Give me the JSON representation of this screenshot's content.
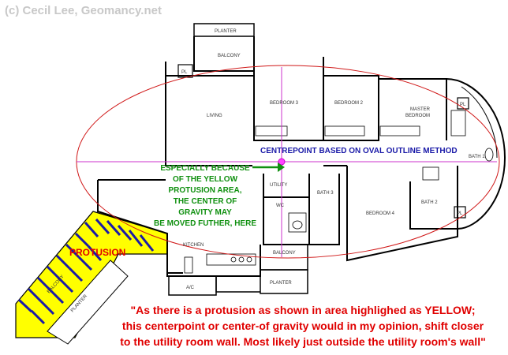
{
  "copyright": "(c) Cecil Lee, Geomancy.net",
  "rooms": {
    "planter_top": "PLANTER",
    "balcony_top": "BALCONY",
    "living": "LIVING",
    "bedroom3": "BEDROOM 3",
    "bedroom2": "BEDROOM 2",
    "master_bedroom_1": "MASTER",
    "master_bedroom_2": "BEDROOM",
    "bath1": "BATH 1",
    "utility": "UTILITY",
    "wc": "WC",
    "bath3": "BATH 3",
    "bedroom4": "BEDROOM 4",
    "bath2": "BATH 2",
    "kitchen": "KITCHEN",
    "balcony_bottom": "BALCONY",
    "ac": "A/C",
    "planter_bottom": "PLANTER",
    "balcony_protrusion": "BALCONY",
    "planter_protrusion": "PLANTER",
    "pl_1": "PL",
    "pl_2": "PL",
    "pl_3": "PL"
  },
  "annotations": {
    "centrepoint": "CENTREPOINT BASED ON OVAL OUTLINE METHOD",
    "note_lines": [
      "ESPECIALLY BECAUSE",
      "OF THE YELLOW",
      "PROTUSION AREA,",
      "THE CENTER OF",
      "GRAVITY MAY",
      "BE MOVED FUTHER, HERE"
    ],
    "protusion": "PROTUSION",
    "quote_lines": [
      "\"As there is a protusion as shown in area highlighed as YELLOW;",
      "this centerpoint or center-of gravity would in my opinion, shift closer",
      "to the utility room wall. Most likely just outside the utility room's wall\""
    ]
  },
  "colors": {
    "oval": "#d01818",
    "crosshair": "#cc33cc",
    "protrusion_fill": "#ffff00",
    "hatch": "#1a1aa8",
    "blue_text": "#1a1aa8",
    "green_text": "#109010",
    "red_text": "#e00000",
    "copyright": "#c8c8c8"
  }
}
